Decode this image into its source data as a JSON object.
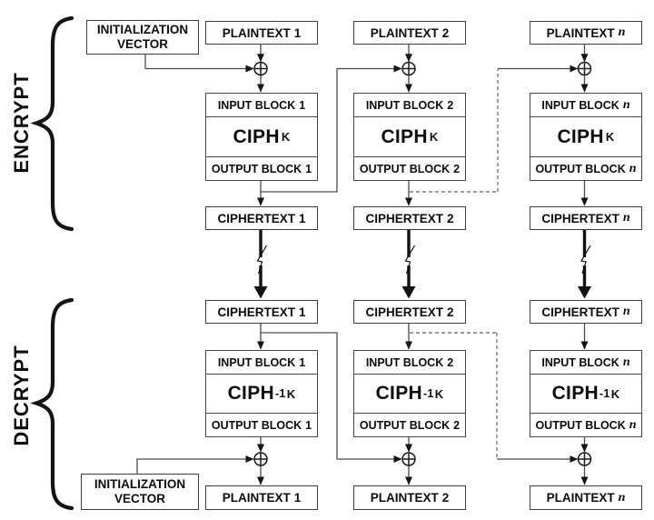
{
  "encrypt": {
    "section_label": "ENCRYPT",
    "iv": {
      "line1": "INITIALIZATION",
      "line2": "VECTOR"
    },
    "columns": [
      {
        "index": "1",
        "index_style": "normal",
        "plaintext": "PLAINTEXT",
        "input": "INPUT BLOCK",
        "cipher_base": "CIPH",
        "cipher_sup": "",
        "cipher_sub": "K",
        "output": "OUTPUT BLOCK",
        "ciphertext": "CIPHERTEXT"
      },
      {
        "index": "2",
        "index_style": "normal",
        "plaintext": "PLAINTEXT",
        "input": "INPUT BLOCK",
        "cipher_base": "CIPH",
        "cipher_sup": "",
        "cipher_sub": "K",
        "output": "OUTPUT BLOCK",
        "ciphertext": "CIPHERTEXT"
      },
      {
        "index": "n",
        "index_style": "italic",
        "plaintext": "PLAINTEXT",
        "input": "INPUT BLOCK",
        "cipher_base": "CIPH",
        "cipher_sup": "",
        "cipher_sub": "K",
        "output": "OUTPUT BLOCK",
        "ciphertext": "CIPHERTEXT"
      }
    ]
  },
  "decrypt": {
    "section_label": "DECRYPT",
    "iv": {
      "line1": "INITIALIZATION",
      "line2": "VECTOR"
    },
    "columns": [
      {
        "index": "1",
        "index_style": "normal",
        "ciphertext": "CIPHERTEXT",
        "input": "INPUT BLOCK",
        "cipher_base": "CIPH",
        "cipher_sup": "-1",
        "cipher_sub": "K",
        "output": "OUTPUT BLOCK",
        "plaintext": "PLAINTEXT"
      },
      {
        "index": "2",
        "index_style": "normal",
        "ciphertext": "CIPHERTEXT",
        "input": "INPUT BLOCK",
        "cipher_base": "CIPH",
        "cipher_sup": "-1",
        "cipher_sub": "K",
        "output": "OUTPUT BLOCK",
        "plaintext": "PLAINTEXT"
      },
      {
        "index": "n",
        "index_style": "italic",
        "ciphertext": "CIPHERTEXT",
        "input": "INPUT BLOCK",
        "cipher_base": "CIPH",
        "cipher_sup": "-1",
        "cipher_sub": "K",
        "output": "OUTPUT BLOCK",
        "plaintext": "PLAINTEXT"
      }
    ]
  }
}
